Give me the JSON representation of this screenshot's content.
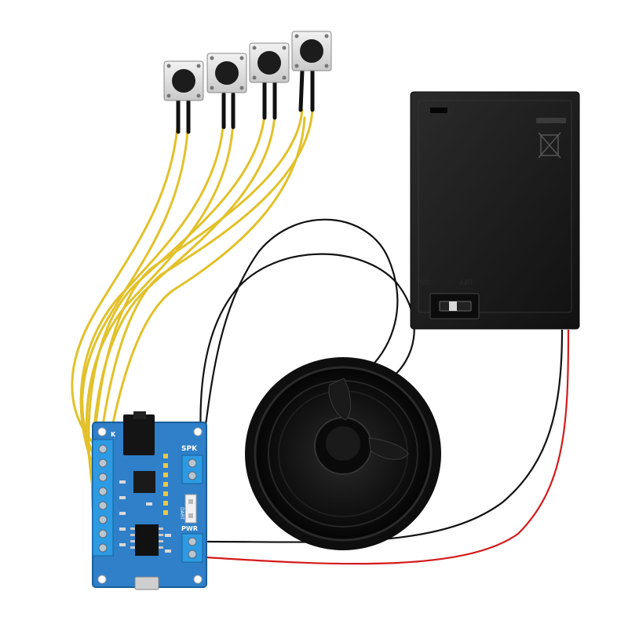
{
  "photo": {
    "subject": "sound-module-kit",
    "colors": {
      "background": "#ffffff",
      "pcb": "#2f7fc9",
      "wire_yellow": "#e2c12a",
      "wire_black": "#111111",
      "wire_red": "#d41b1b",
      "battery_box": "#1d1d1d",
      "speaker": "#151515",
      "terminal_blue": "#2c9be3"
    }
  },
  "board": {
    "labels": {
      "spk": "SPK",
      "pwr": "PWR",
      "dart": "DART",
      "k": "K"
    },
    "terminal_count_left": 8
  },
  "battery_box": {
    "off": "OFF",
    "on": "ON"
  },
  "buttons": {
    "count": 4
  }
}
